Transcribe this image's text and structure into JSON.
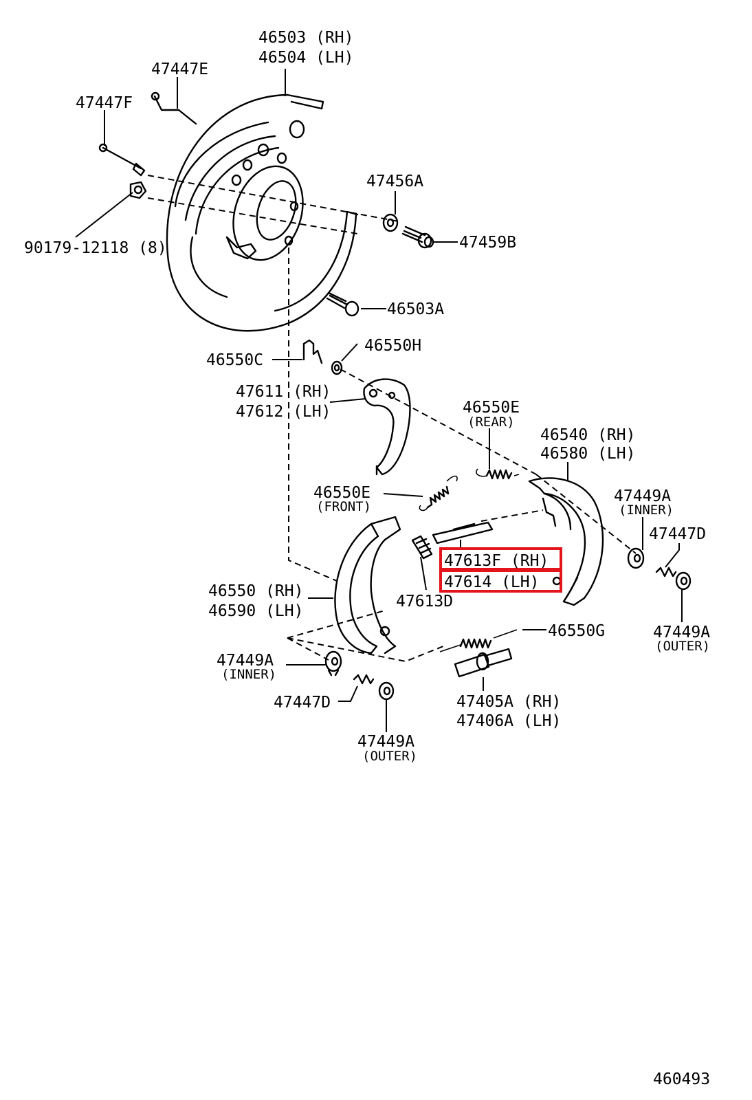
{
  "highlight_color": "#e3141b",
  "labels": {
    "backing_plate_rh": "46503 (RH)",
    "backing_plate_lh": "46504 (LH)",
    "p47447E": "47447E",
    "p47447F": "47447F",
    "p47456A": "47456A",
    "p47459B": "47459B",
    "nut": "90179-12118 (8)",
    "p46503A": "46503A",
    "p46550C": "46550C",
    "p46550H": "46550H",
    "lever_rh": "47611 (RH)",
    "lever_lh": "47612 (LH)",
    "p46550E_rear": "46550E",
    "rear_note": "(REAR)",
    "shoe_rear_rh": "46540 (RH)",
    "shoe_rear_lh": "46580 (LH)",
    "p46550E_front": "46550E",
    "front_note": "(FRONT)",
    "p47449A_inner_r": "47449A",
    "inner_note_r": "(INNER)",
    "p47447D_r": "47447D",
    "strut_rh": "47613F (RH)",
    "strut_lh": "47614   (LH)",
    "p47613D": "47613D",
    "shoe_front_rh": "46550 (RH)",
    "shoe_front_lh": "46590 (LH)",
    "p47449A_outer_r": "47449A",
    "outer_note_r": "(OUTER)",
    "p46550G": "46550G",
    "p47449A_inner_l": "47449A",
    "inner_note_l": "(INNER)",
    "p47447D_l": "47447D",
    "adjuster_rh": "47405A (RH)",
    "adjuster_lh": "47406A (LH)",
    "p47449A_outer_l": "47449A",
    "outer_note_l": "(OUTER)",
    "diagram_no": "460493"
  }
}
